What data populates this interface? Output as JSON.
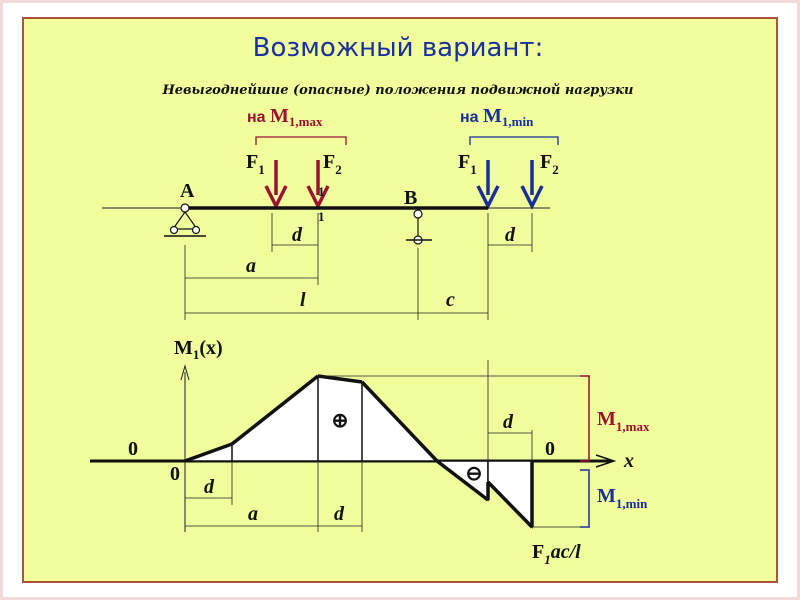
{
  "title": "Возможный вариант:",
  "subtitle": "Невыгоднейшие (опасные) положения подвижной нагрузки",
  "positions": {
    "max_prefix": "на ",
    "max_symbol": "M",
    "max_sub": "1,max",
    "min_prefix": "на ",
    "min_symbol": "M",
    "min_sub": "1,min"
  },
  "forces": {
    "f": "F",
    "sub1": "1",
    "sub2": "2"
  },
  "supports": {
    "a": "A",
    "b": "B"
  },
  "section": {
    "top": "1",
    "bottom": "1"
  },
  "dimensions": {
    "d": "d",
    "a": "a",
    "l": "l",
    "c": "c"
  },
  "diagram": {
    "ylabel_m": "M",
    "ylabel_sub": "1",
    "ylabel_arg": "(x)",
    "xlabel": "x",
    "zero": "0",
    "plus": "⊕",
    "minus": "⊖",
    "m1max_symbol": "M",
    "m1max_sub": "1,max",
    "m1min_symbol": "M",
    "m1min_sub": "1,min",
    "value_f": "F",
    "value_sub": "1",
    "value_rest": "ac/l"
  },
  "colors": {
    "background": "#f0ff9c",
    "title": "#1c2f9e",
    "max_arrows": "#9c1034",
    "min_arrows": "#1a2e9a"
  }
}
